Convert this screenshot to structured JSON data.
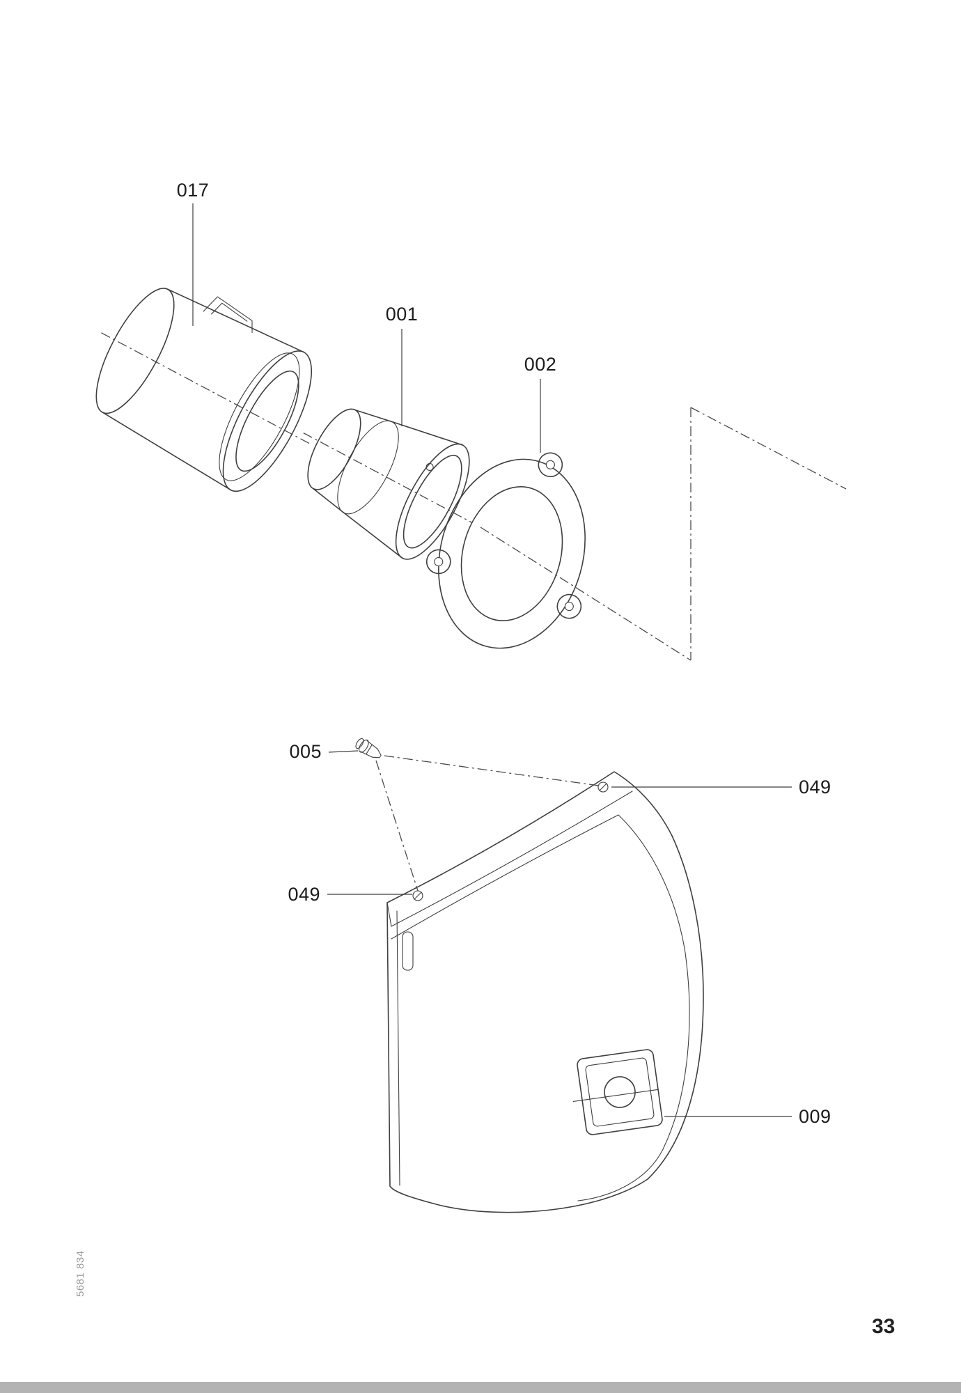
{
  "page": {
    "number": "33",
    "side_code": "5681 834"
  },
  "diagram": {
    "labels": {
      "part_017": "017",
      "part_001": "001",
      "part_002": "002",
      "part_005": "005",
      "part_049_right": "049",
      "part_049_left": "049",
      "part_009": "009"
    },
    "colors": {
      "line": "#3f3f3f",
      "gasket_fill": "#c6c6c6",
      "footer_bar": "#b3b3b3"
    }
  }
}
